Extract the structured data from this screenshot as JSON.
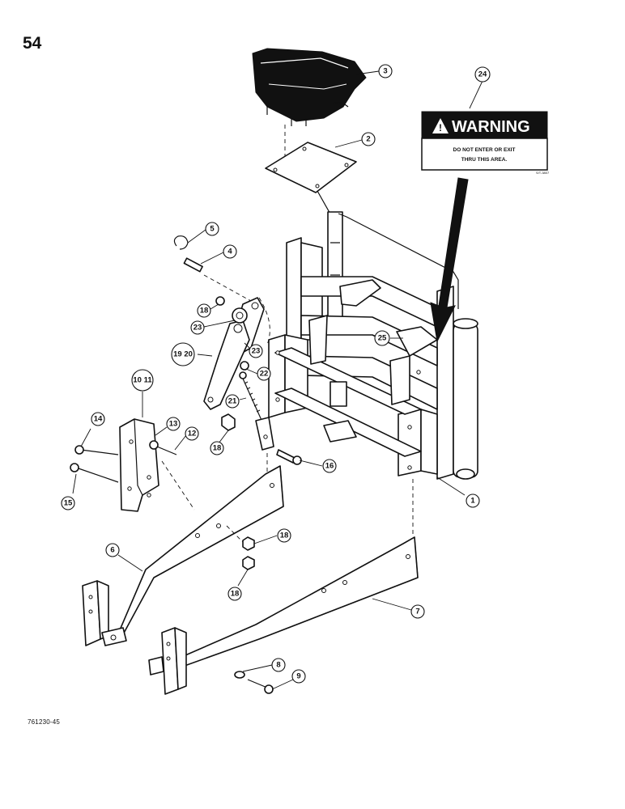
{
  "page": {
    "number": "54",
    "drawing_code": "761230-45"
  },
  "warning_decal": {
    "heading": "WARNING",
    "line1": "DO NOT ENTER OR EXIT",
    "line2": "THRU THIS AREA.",
    "small_code": "S/T-3807"
  },
  "callouts": {
    "c1": "1",
    "c2": "2",
    "c3": "3",
    "c4": "4",
    "c5": "5",
    "c6": "6",
    "c7": "7",
    "c8": "8",
    "c9": "9",
    "c10_11": "10 11",
    "c12": "12",
    "c13": "13",
    "c14": "14",
    "c15": "15",
    "c16": "16",
    "c18a": "18",
    "c18b": "18",
    "c18c": "18",
    "c18d": "18",
    "c19_20": "19 20",
    "c21": "21",
    "c22": "22",
    "c23a": "23",
    "c23b": "23",
    "c24": "24",
    "c25": "25"
  }
}
